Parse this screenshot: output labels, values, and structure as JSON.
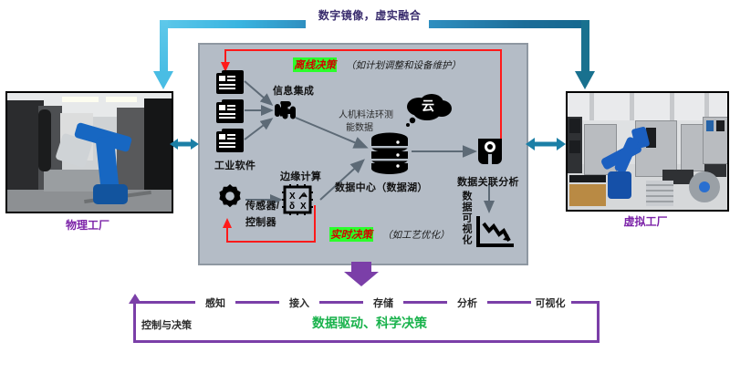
{
  "banner": {
    "title": "数字镜像，虚实融合",
    "left_bar_color": "#49bde4",
    "right_bar_color": "#19718f"
  },
  "factories": {
    "physical": {
      "label": "物理工厂",
      "image_alt": "蓝色工业机器人与数控机床加工单元照片"
    },
    "virtual": {
      "label": "虚拟工厂",
      "image_alt": "三维数字孪生车间渲染画面"
    },
    "label_color": "#7b22a8"
  },
  "panel": {
    "offline_decision": {
      "tag": "离线决策",
      "note": "（如计划调整和设备维护）",
      "tag_color": "#d40000",
      "highlight_color": "#2bff2b"
    },
    "realtime_decision": {
      "tag": "实时决策",
      "note": "（如工艺优化）",
      "tag_color": "#d40000",
      "highlight_color": "#2bff2b"
    },
    "nodes": {
      "industrial_software": "工业软件",
      "information_integration": "信息集成",
      "sensor_controller": "传感器/\n控制器",
      "sensor_controller_line1": "传感器/",
      "sensor_controller_line2": "控制器",
      "edge_computing": "边缘计算",
      "cloud": "云",
      "data_center": "数据中心（数据湖）",
      "data_types_line1": "人机料法环测",
      "data_types_line2": "能数据",
      "correlation_analysis": "数据关联分析",
      "visualization": "数据可视化"
    }
  },
  "flow": {
    "steps": [
      "感知",
      "接入",
      "存储",
      "分析",
      "可视化"
    ],
    "control_label": "控制与决策",
    "slogan": "数据驱动、科学决策",
    "line_color": "#7b3fa8",
    "slogan_color": "#18b24b"
  }
}
